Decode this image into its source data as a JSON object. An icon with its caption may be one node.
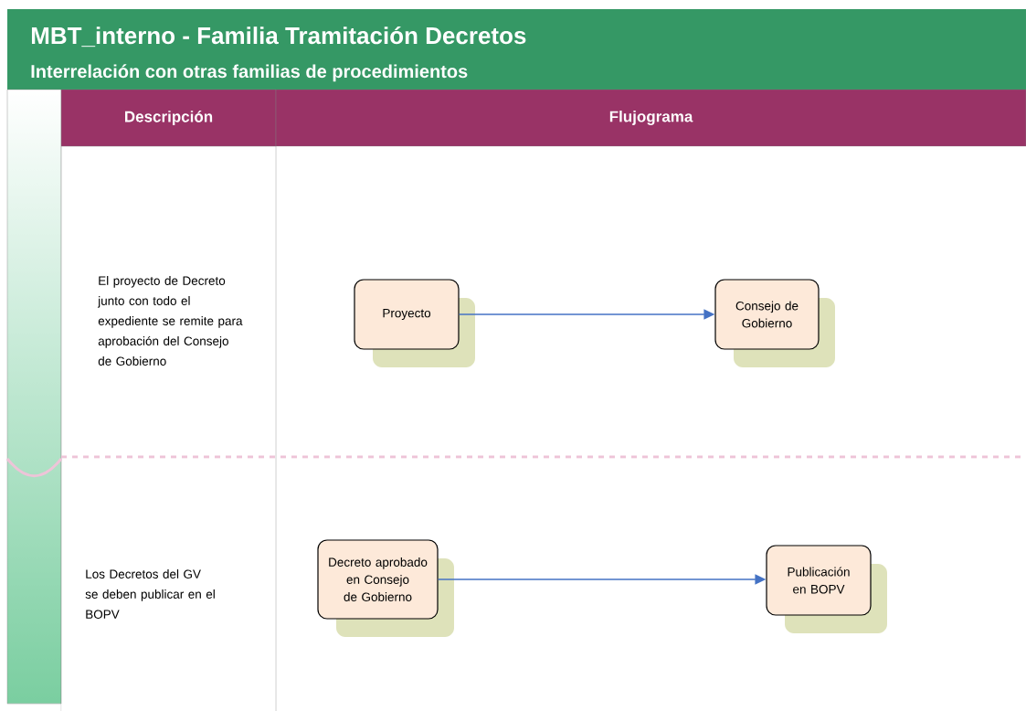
{
  "diagram": {
    "title": "MBT_interno - Familia Tramitación Decretos",
    "nodes": [
      {
        "text": [
          "Proyecto"
        ]
      },
      {
        "text": [
          "Consejo de Gobierno"
        ]
      },
      {
        "text": [
          "Decreto aprobado en Consejo de Gobierno"
        ]
      },
      {
        "text": [
          "Publicación en BOPV"
        ]
      }
    ],
    "edges": [
      {
        "from": 0,
        "to": 1,
        "arrow": "to"
      },
      {
        "from": 2,
        "to": 3,
        "arrow": "to"
      }
    ],
    "labels": [
      "Interrelación con otras familias de procedimientos",
      "Descripción",
      "Flujograma",
      "El proyecto de Decreto junto con todo el expediente se remite para aprobación del Consejo de Gobierno",
      "Los Decretos del GV se deben publicar en el BOPV"
    ]
  }
}
